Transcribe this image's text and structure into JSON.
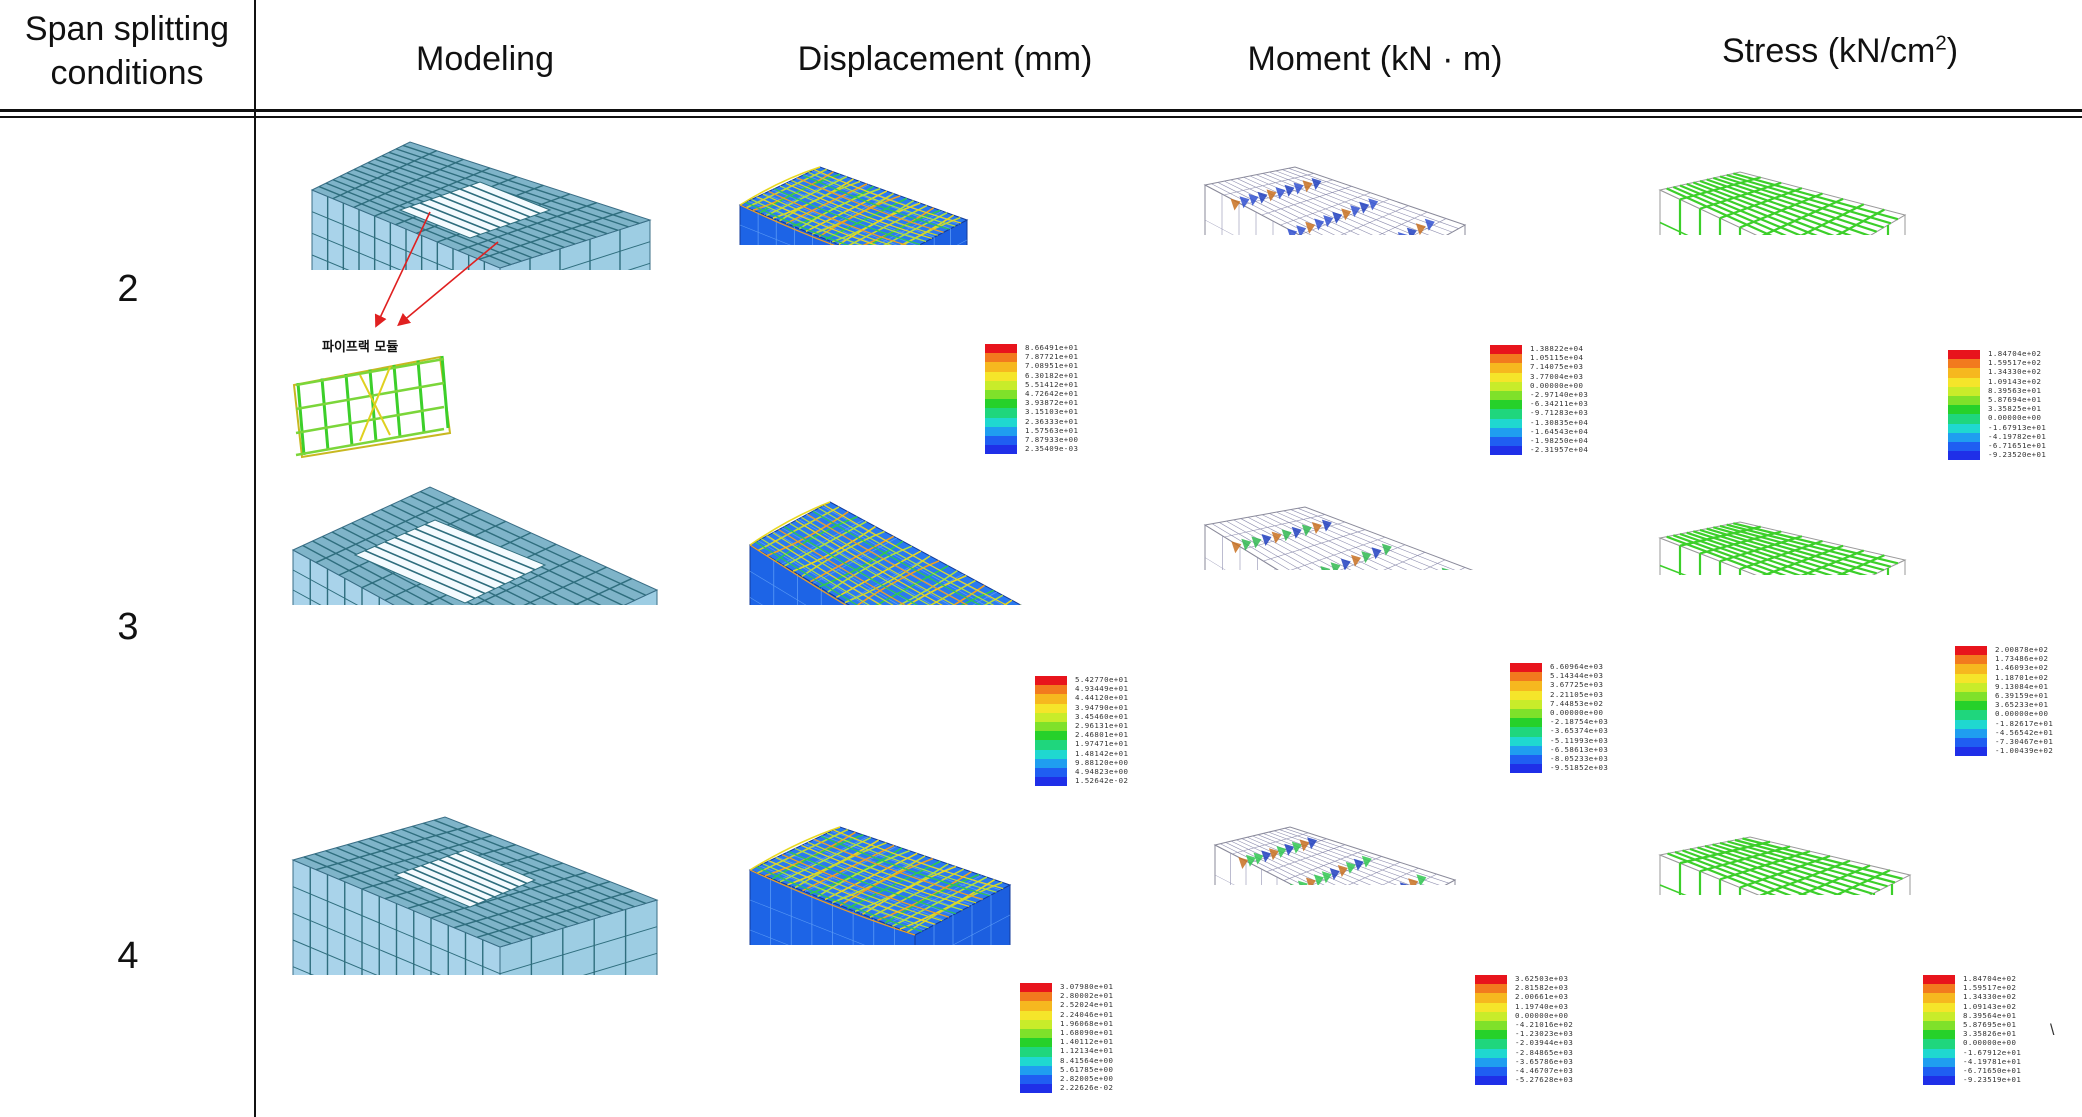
{
  "header": {
    "conditions": "Span  splitting conditions",
    "modeling": "Modeling",
    "displacement": "Displacement  (mm)",
    "moment": "Moment  (kN · m)",
    "stress_prefix": "Stress  (kN/cm",
    "stress_sup": "2",
    "stress_suffix": ")"
  },
  "rows": [
    {
      "label": "2"
    },
    {
      "label": "3"
    },
    {
      "label": "4"
    }
  ],
  "annotation": "파이프랙 모듈",
  "legends": {
    "disp_2": [
      "8.66491e+01",
      "7.87721e+01",
      "7.08951e+01",
      "6.30182e+01",
      "5.51412e+01",
      "4.72642e+01",
      "3.93872e+01",
      "3.15103e+01",
      "2.36333e+01",
      "1.57563e+01",
      "7.87933e+00",
      "2.35409e-03"
    ],
    "mom_2": [
      "1.38822e+04",
      "1.05115e+04",
      "7.14075e+03",
      "3.77004e+03",
      "0.00000e+00",
      "-2.97140e+03",
      "-6.34211e+03",
      "-9.71283e+03",
      "-1.30835e+04",
      "-1.64543e+04",
      "-1.98250e+04",
      "-2.31957e+04"
    ],
    "str_2": [
      "1.84704e+02",
      "1.59517e+02",
      "1.34330e+02",
      "1.09143e+02",
      "8.39563e+01",
      "5.87694e+01",
      "3.35825e+01",
      "0.00000e+00",
      "-1.67913e+01",
      "-4.19782e+01",
      "-6.71651e+01",
      "-9.23520e+01"
    ],
    "disp_3": [
      "5.42770e+01",
      "4.93449e+01",
      "4.44120e+01",
      "3.94790e+01",
      "3.45460e+01",
      "2.96131e+01",
      "2.46801e+01",
      "1.97471e+01",
      "1.48142e+01",
      "9.88120e+00",
      "4.94823e+00",
      "1.52642e-02"
    ],
    "mom_3": [
      "6.60964e+03",
      "5.14344e+03",
      "3.67725e+03",
      "2.21105e+03",
      "7.44853e+02",
      "0.00000e+00",
      "-2.18754e+03",
      "-3.65374e+03",
      "-5.11993e+03",
      "-6.58613e+03",
      "-8.05233e+03",
      "-9.51852e+03"
    ],
    "str_3": [
      "2.00878e+02",
      "1.73486e+02",
      "1.46093e+02",
      "1.18701e+02",
      "9.13084e+01",
      "6.39159e+01",
      "3.65233e+01",
      "0.00000e+00",
      "-1.82617e+01",
      "-4.56542e+01",
      "-7.30467e+01",
      "-1.00439e+02"
    ],
    "disp_4": [
      "3.07980e+01",
      "2.80002e+01",
      "2.52024e+01",
      "2.24046e+01",
      "1.96068e+01",
      "1.68090e+01",
      "1.40112e+01",
      "1.12134e+01",
      "8.41564e+00",
      "5.61785e+00",
      "2.82005e+00",
      "2.22626e-02"
    ],
    "mom_4": [
      "3.62503e+03",
      "2.81582e+03",
      "2.00661e+03",
      "1.19740e+03",
      "0.00000e+00",
      "-4.21016e+02",
      "-1.23023e+03",
      "-2.03944e+03",
      "-2.84865e+03",
      "-3.65786e+03",
      "-4.46707e+03",
      "-5.27628e+03"
    ],
    "str_4": [
      "1.84704e+02",
      "1.59517e+02",
      "1.34330e+02",
      "1.09143e+02",
      "8.39564e+01",
      "5.87695e+01",
      "3.35826e+01",
      "0.00000e+00",
      "-1.67912e+01",
      "-4.19781e+01",
      "-6.71650e+01",
      "-9.23519e+01"
    ]
  },
  "colors": {
    "contour_scale": [
      "#e8141c",
      "#f27a1e",
      "#f6b81f",
      "#f5e52a",
      "#c8ec2a",
      "#7fe12a",
      "#26d12a",
      "#1fd67d",
      "#1fd8d0",
      "#1f9ef0",
      "#1f5ef2",
      "#1f2fe8"
    ],
    "model_face": "#a9d3ea",
    "model_top": "#7fb4c9",
    "displacement_face": "#1d64e6",
    "frame_green": "#3ccf2a"
  }
}
